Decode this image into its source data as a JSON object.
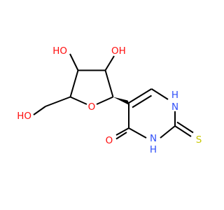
{
  "molecule": {
    "atom_labels": {
      "ho_top": "HO",
      "oh_top": "OH",
      "ho_left": "HO",
      "ring_o": "O",
      "n1_h": "H",
      "n1": "N",
      "n3_h": "H",
      "n3": "N",
      "c4_o": "O",
      "s": "S"
    }
  },
  "colors": {
    "oxygen": "#ff0d0d",
    "nitrogen": "#3050f8",
    "sulfur": "#c8c800",
    "bond": "#000000",
    "background": "#ffffff"
  }
}
